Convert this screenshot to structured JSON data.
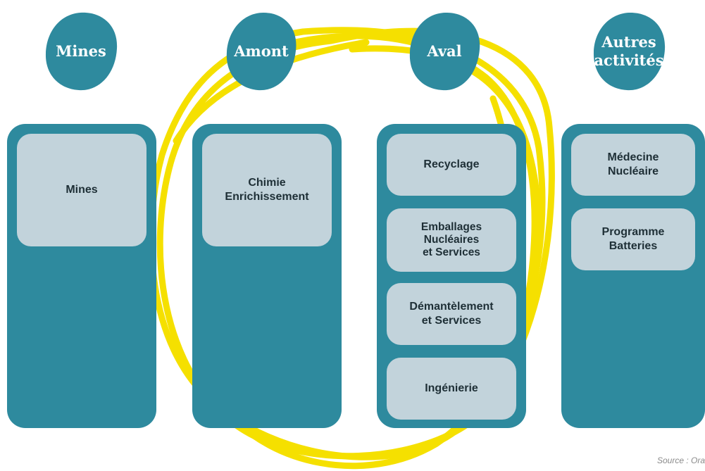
{
  "colors": {
    "teal": "#2e8a9e",
    "light_box": "#c2d3db",
    "yellow": "#f5e000"
  },
  "categories": [
    {
      "label": "Mines"
    },
    {
      "label": "Amont"
    },
    {
      "label": "Aval"
    },
    {
      "label": "Autres\nactivités"
    }
  ],
  "columns": [
    {
      "items": [
        "Mines"
      ]
    },
    {
      "items": [
        "Chimie\nEnrichissement"
      ]
    },
    {
      "items": [
        "Recyclage",
        "Emballages\nNucléaires\net Services",
        "Démantèlement\net Services",
        "Ingénierie"
      ]
    },
    {
      "items": [
        "Médecine\nNucléaire",
        "Programme\nBatteries"
      ]
    }
  ],
  "source": "Source : Ora"
}
